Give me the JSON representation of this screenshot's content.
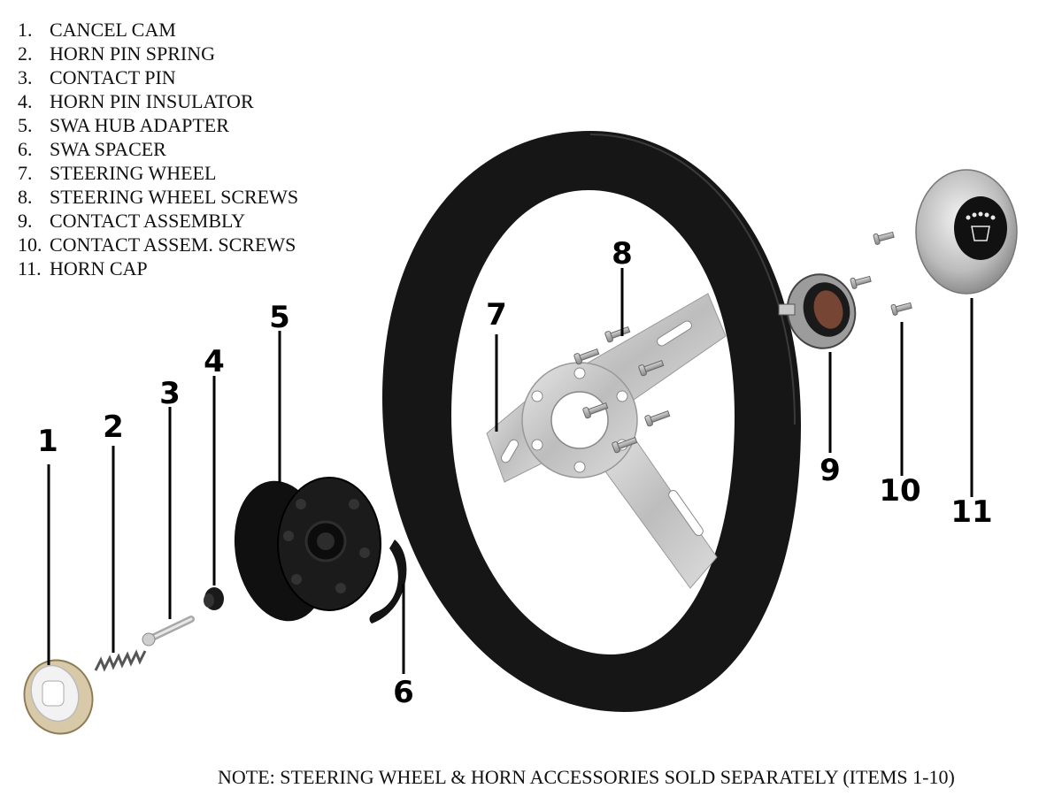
{
  "parts": [
    {
      "number": "1.",
      "name": "CANCEL CAM"
    },
    {
      "number": "2.",
      "name": "HORN PIN SPRING"
    },
    {
      "number": "3.",
      "name": "CONTACT PIN"
    },
    {
      "number": "4.",
      "name": "HORN PIN INSULATOR"
    },
    {
      "number": "5.",
      "name": "SWA HUB ADAPTER"
    },
    {
      "number": "6.",
      "name": "SWA SPACER"
    },
    {
      "number": "7.",
      "name": "STEERING WHEEL"
    },
    {
      "number": "8.",
      "name": "STEERING WHEEL SCREWS"
    },
    {
      "number": "9.",
      "name": "CONTACT ASSEMBLY"
    },
    {
      "number": "10.",
      "name": "CONTACT ASSEM. SCREWS"
    },
    {
      "number": "11.",
      "name": "HORN CAP"
    }
  ],
  "callouts": {
    "c1": "1",
    "c2": "2",
    "c3": "3",
    "c4": "4",
    "c5": "5",
    "c6": "6",
    "c7": "7",
    "c8": "8",
    "c9": "9",
    "c10": "10",
    "c11": "11"
  },
  "note": "NOTE: STEERING WHEEL & HORN ACCESSORIES SOLD SEPARATELY (ITEMS 1-10)"
}
